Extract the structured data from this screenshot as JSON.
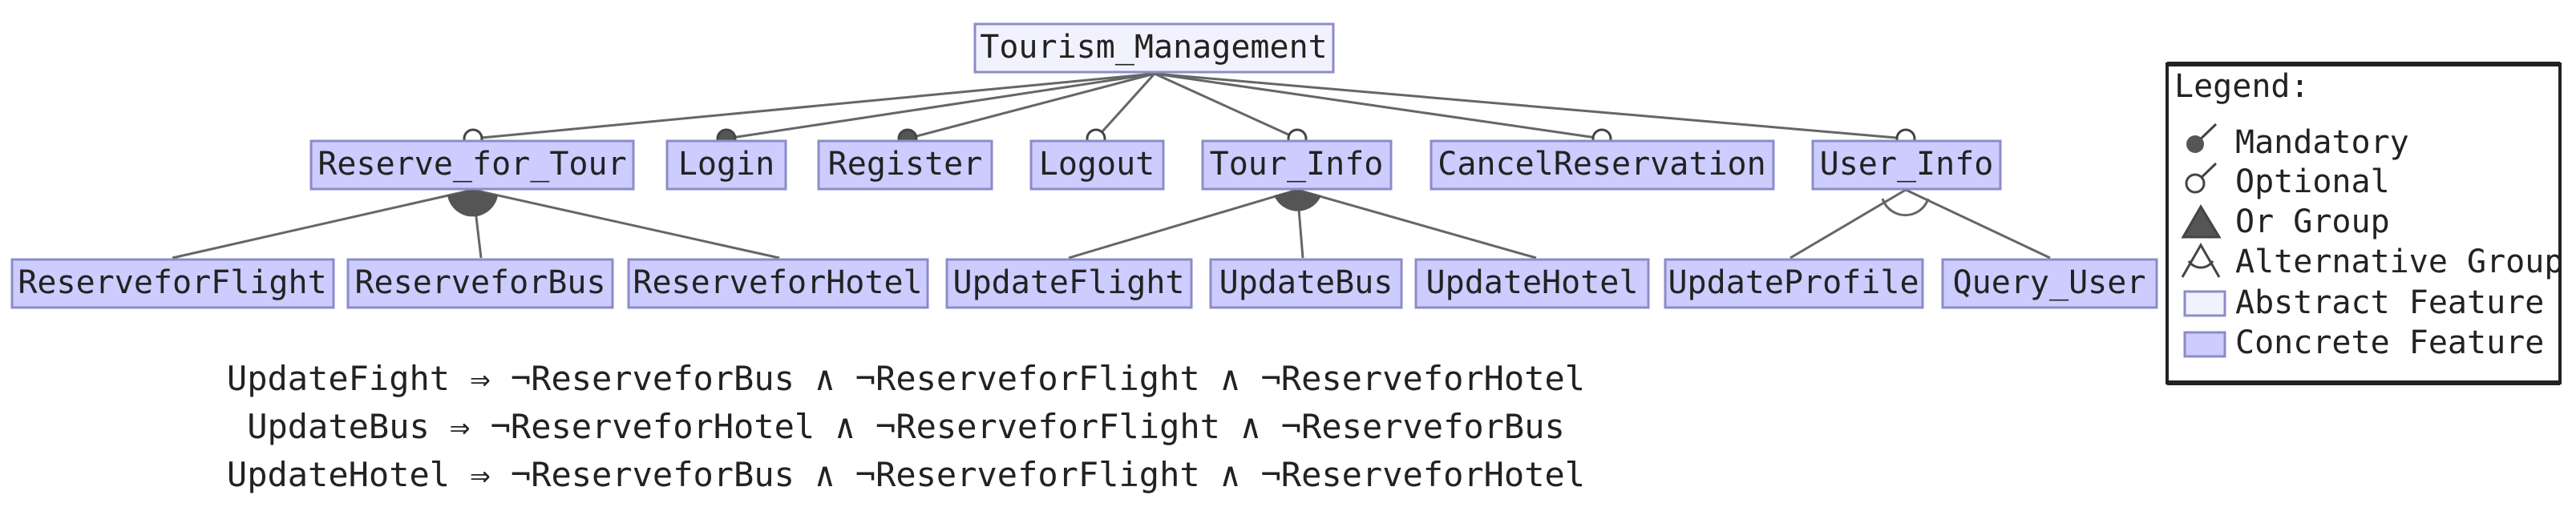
{
  "root": {
    "label": "Tourism_Management",
    "type": "abstract"
  },
  "features": {
    "reserve": "Reserve_for_Tour",
    "login": "Login",
    "register": "Register",
    "logout": "Logout",
    "tour_info": "Tour_Info",
    "cancel": "CancelReservation",
    "user_info": "User_Info",
    "rflight": "ReserveforFlight",
    "rbus": "ReserveforBus",
    "rhotel": "ReserveforHotel",
    "uflight": "UpdateFlight",
    "ubus": "UpdateBus",
    "uhotel": "UpdateHotel",
    "uprofile": "UpdateProfile",
    "quser": "Query_User"
  },
  "relations": {
    "reserve": "optional",
    "login": "mandatory",
    "register": "mandatory",
    "logout": "optional",
    "tour_info": "optional",
    "cancel": "optional",
    "user_info": "optional",
    "reserve_group": "or",
    "tour_info_group": "or",
    "user_info_group": "alternative"
  },
  "constraints": [
    "UpdateFight ⇒ ¬ReserveforBus ∧ ¬ReserveforFlight ∧ ¬ReserveforHotel",
    "UpdateBus ⇒ ¬ReserveforHotel ∧ ¬ReserveforFlight ∧ ¬ReserveforBus",
    "UpdateHotel ⇒ ¬ReserveforBus ∧ ¬ReserveforFlight ∧ ¬ReserveforHotel"
  ],
  "legend": {
    "title": "Legend:",
    "mandatory": "Mandatory",
    "optional": "Optional",
    "or_group": "Or Group",
    "alternative_group": "Alternative Group",
    "abstract": "Abstract Feature",
    "concrete": "Concrete Feature"
  },
  "colors": {
    "concrete_fill": "#ccccff",
    "abstract_fill": "#f2f2ff",
    "border": "#8c8cc8",
    "line": "#666666"
  }
}
